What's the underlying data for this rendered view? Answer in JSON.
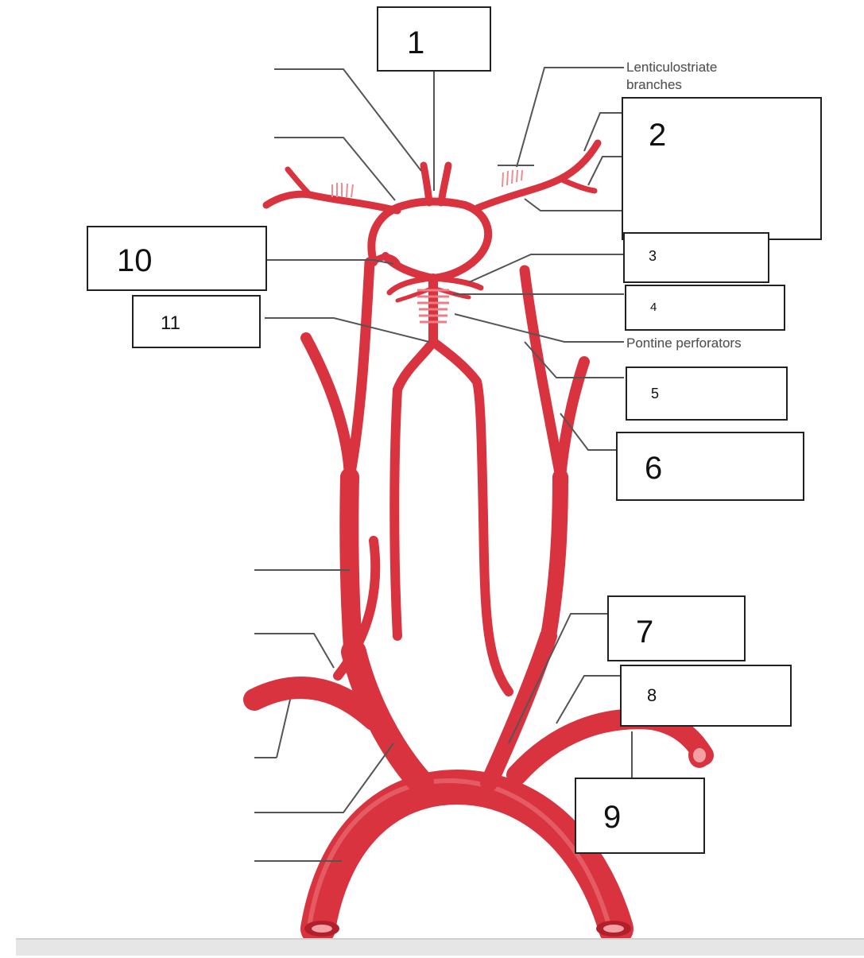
{
  "diagram": {
    "text_labels": {
      "lenticulostriate": "Lenticulostriate\nbranches",
      "pontine": "Pontine perforators"
    },
    "boxes": [
      {
        "id": "1",
        "label": "1"
      },
      {
        "id": "2",
        "label": "2"
      },
      {
        "id": "3",
        "label": "3"
      },
      {
        "id": "4",
        "label": "4"
      },
      {
        "id": "5",
        "label": "5"
      },
      {
        "id": "6",
        "label": "6"
      },
      {
        "id": "7",
        "label": "7"
      },
      {
        "id": "8",
        "label": "8"
      },
      {
        "id": "9",
        "label": "9"
      },
      {
        "id": "10",
        "label": "10"
      },
      {
        "id": "11",
        "label": "11"
      }
    ],
    "colors": {
      "vessel": "#d8333e",
      "vessel_light": "#f07b82",
      "vessel_dark": "#a81e2a",
      "leader": "#555555",
      "box_border": "#222222"
    }
  }
}
